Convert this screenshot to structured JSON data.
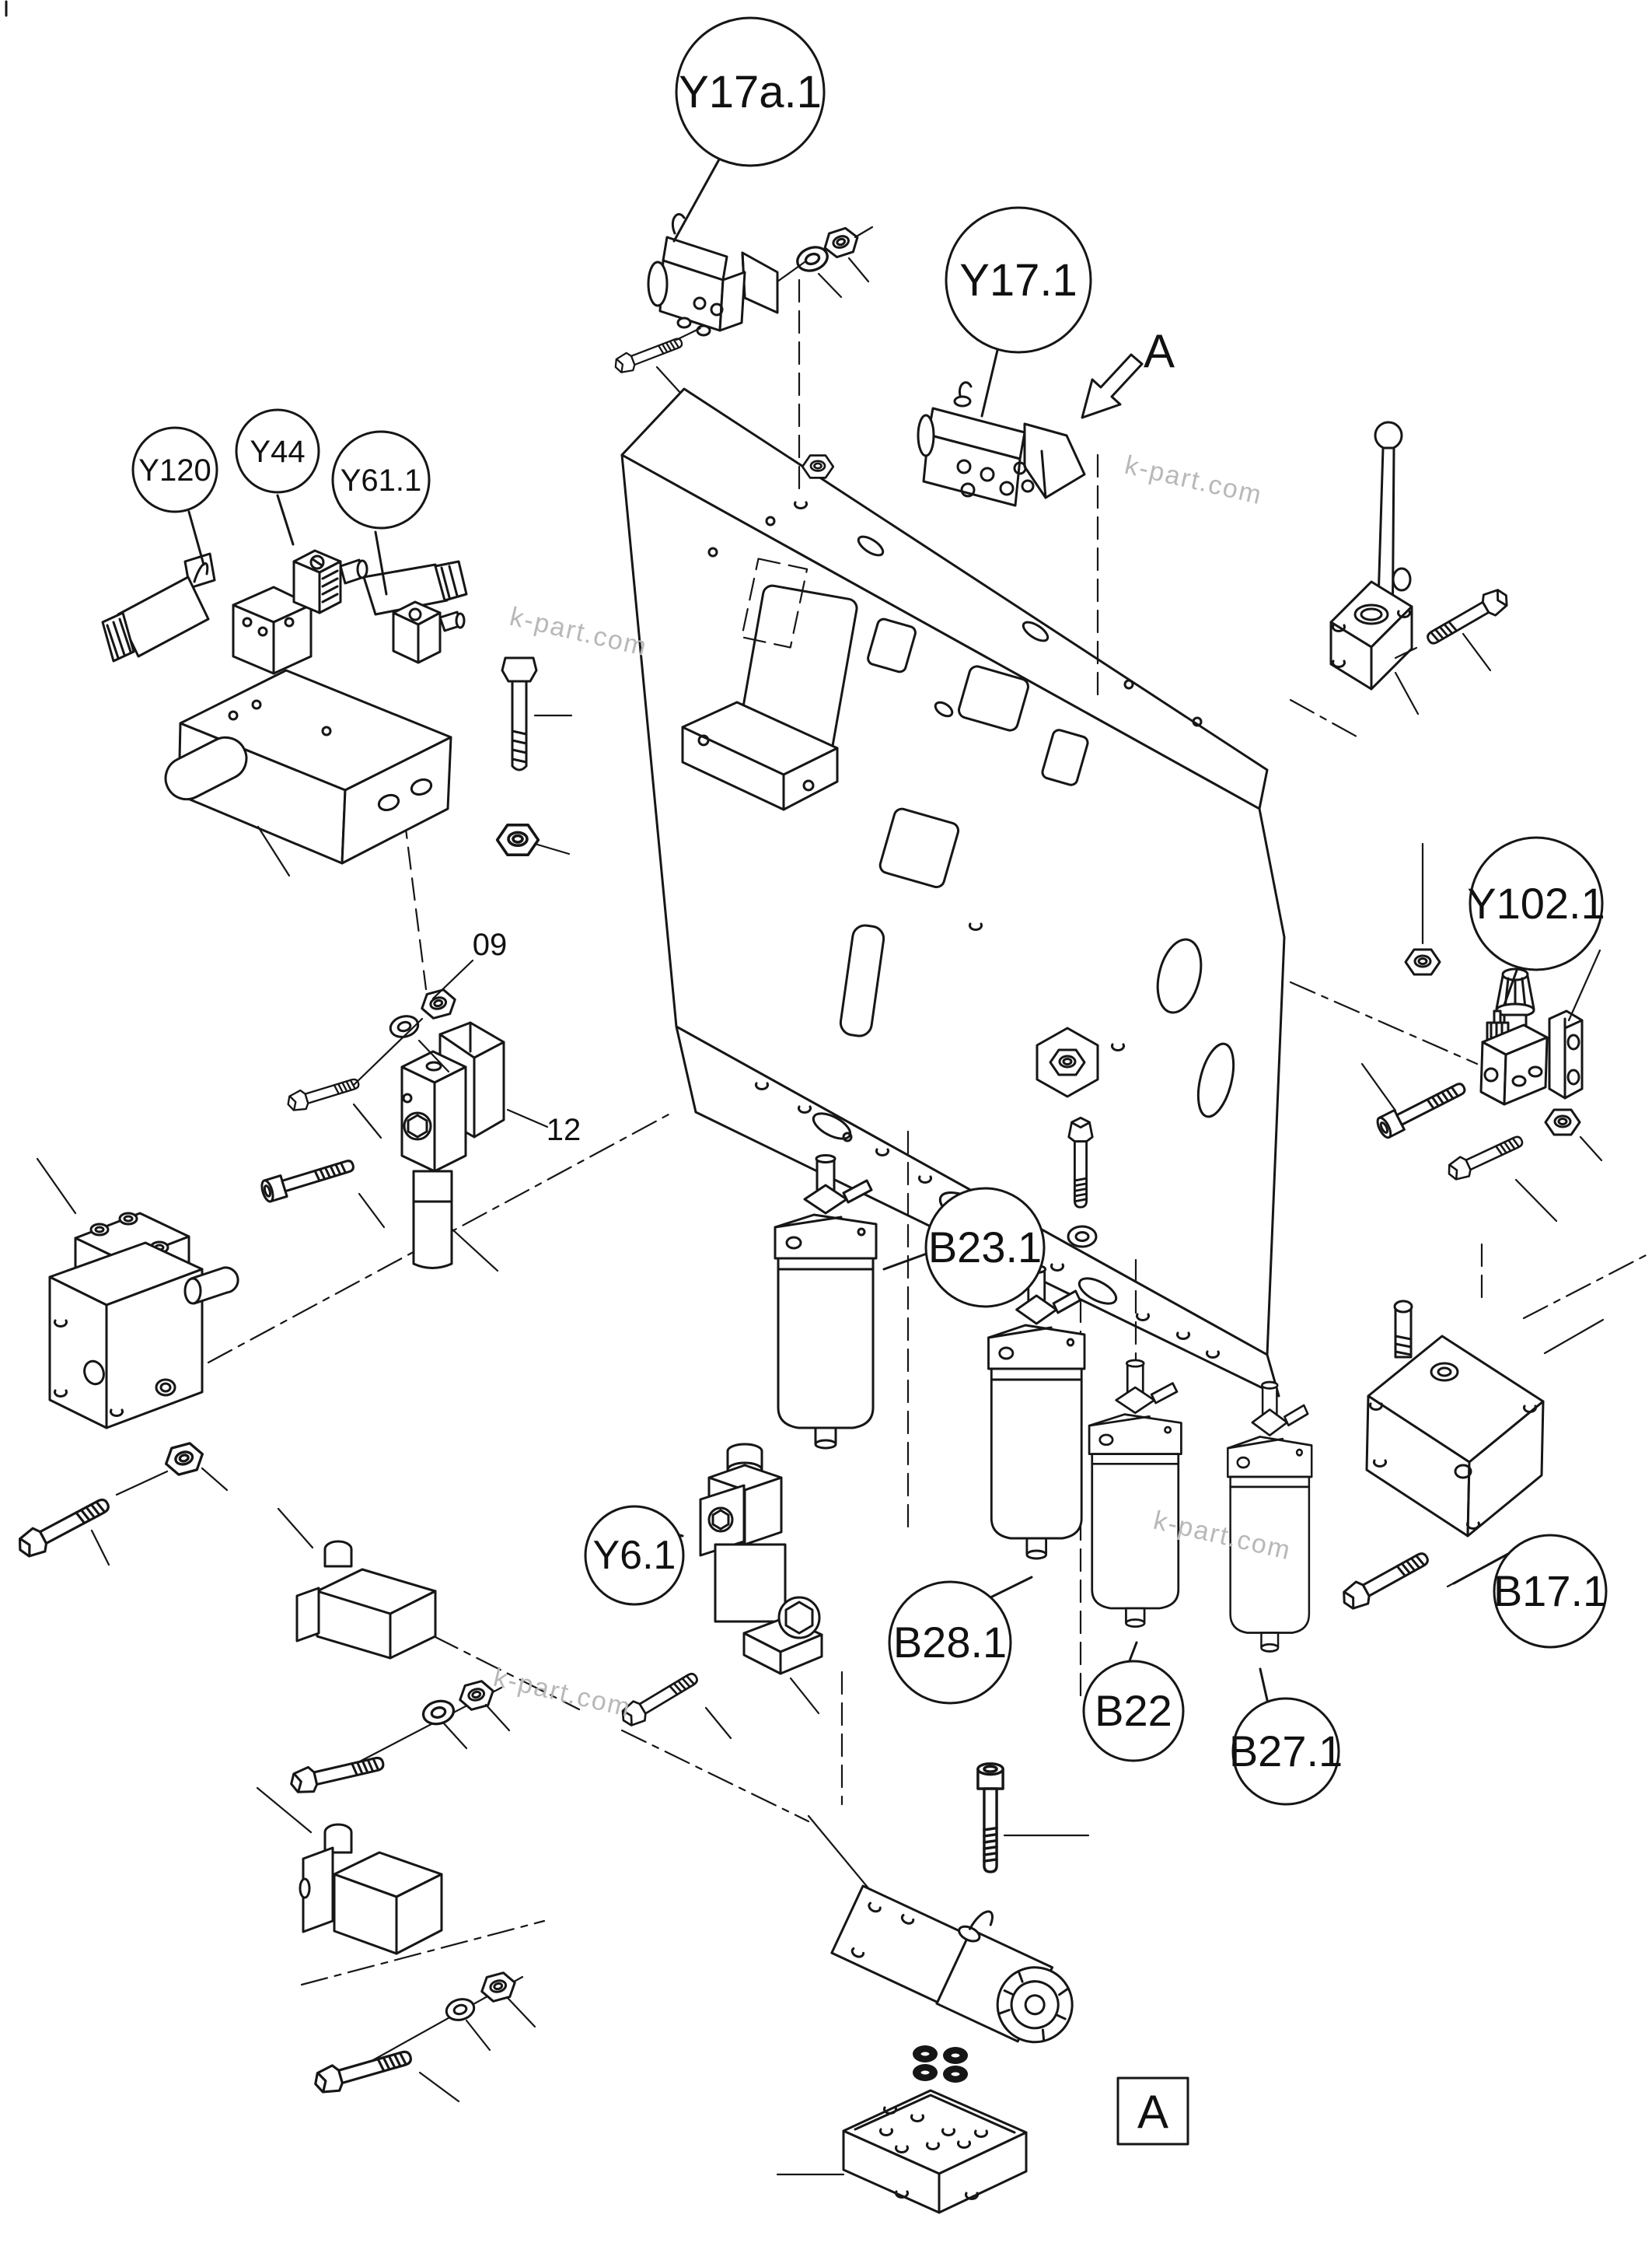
{
  "diagram": {
    "type": "exploded-parts-diagram",
    "watermark": "k-part.com",
    "balloons": [
      {
        "id": "Y17a.1",
        "label": "Y17a.1"
      },
      {
        "id": "Y17.1",
        "label": "Y17.1"
      },
      {
        "id": "Y120",
        "label": "Y120"
      },
      {
        "id": "Y44",
        "label": "Y44"
      },
      {
        "id": "Y61.1",
        "label": "Y61.1"
      },
      {
        "id": "Y102.1",
        "label": "Y102.1"
      },
      {
        "id": "B23.1",
        "label": "B23.1"
      },
      {
        "id": "B28.1",
        "label": "B28.1"
      },
      {
        "id": "B22",
        "label": "B22"
      },
      {
        "id": "B27.1",
        "label": "B27.1"
      },
      {
        "id": "B17.1",
        "label": "B17.1"
      },
      {
        "id": "Y6.1",
        "label": "Y6.1"
      }
    ],
    "part_numbers": [
      {
        "label": "09"
      },
      {
        "label": "12"
      }
    ],
    "view_arrow_label": "A",
    "detail_box_label": "A"
  },
  "colors": {
    "line": "#161616",
    "background": "#ffffff",
    "watermark": "#b8b8b8"
  }
}
